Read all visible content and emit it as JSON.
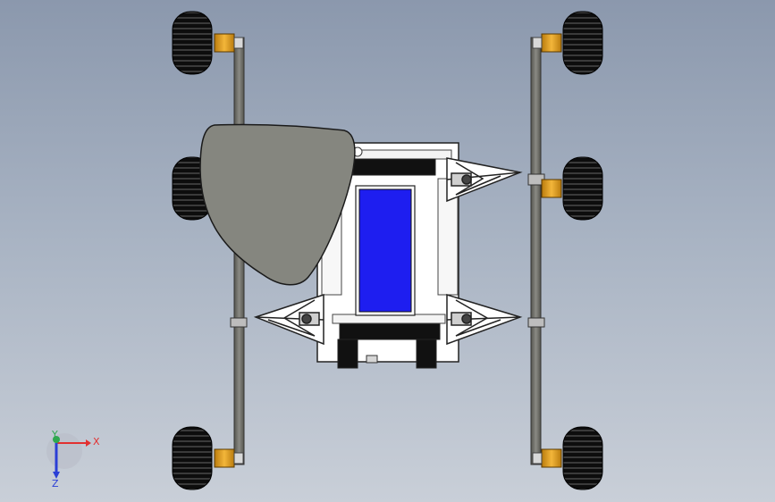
{
  "viewport": {
    "background_top": "#8b98ad",
    "background_bottom": "#c9cfd8"
  },
  "model": {
    "body_panel_color": "#1e1ef0",
    "frame_color": "#ffffff",
    "rocker_color": "#6d6d68",
    "scoop_color": "#85867f",
    "hub_color": "#e8a317",
    "tire_color": "#151515",
    "icons": [
      "rover-model",
      "wheel",
      "rocker-arm",
      "scoop",
      "battery-panel",
      "suspension-truss"
    ]
  },
  "triad": {
    "x_label": "X",
    "y_label": "Y",
    "z_label": "Z",
    "x_color": "#e23030",
    "y_color": "#2fa84f",
    "z_color": "#2b3fd6"
  }
}
